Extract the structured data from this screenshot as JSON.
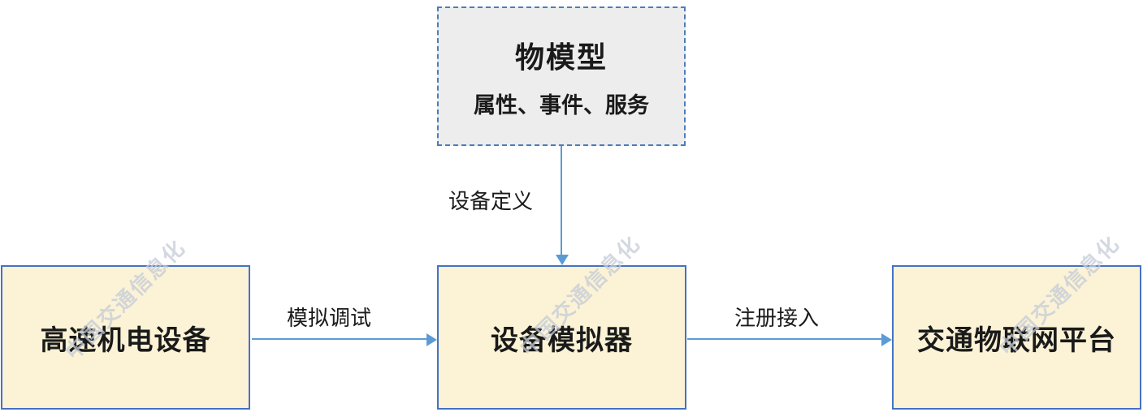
{
  "diagram": {
    "model_box": {
      "title": "物模型",
      "subtitle": "属性、事件、服务"
    },
    "nodes": [
      {
        "id": "highway-device",
        "label": "高速机电设备"
      },
      {
        "id": "device-simulator",
        "label": "设备模拟器"
      },
      {
        "id": "iot-platform",
        "label": "交通物联网平台"
      }
    ],
    "edges": [
      {
        "from": "model_box",
        "to": "device-simulator",
        "label": "设备定义",
        "direction": "down"
      },
      {
        "from": "highway-device",
        "to": "device-simulator",
        "label": "模拟调试",
        "direction": "right"
      },
      {
        "from": "device-simulator",
        "to": "iot-platform",
        "label": "注册接入",
        "direction": "right"
      }
    ],
    "watermark": "中国交通信息化",
    "colors": {
      "box_fill": "#FCF3D6",
      "box_border": "#4472C4",
      "model_fill": "#EDEDEE",
      "model_border": "#4A7EBB",
      "arrow": "#5B9BD5",
      "watermark": "#C5CCD8"
    }
  }
}
